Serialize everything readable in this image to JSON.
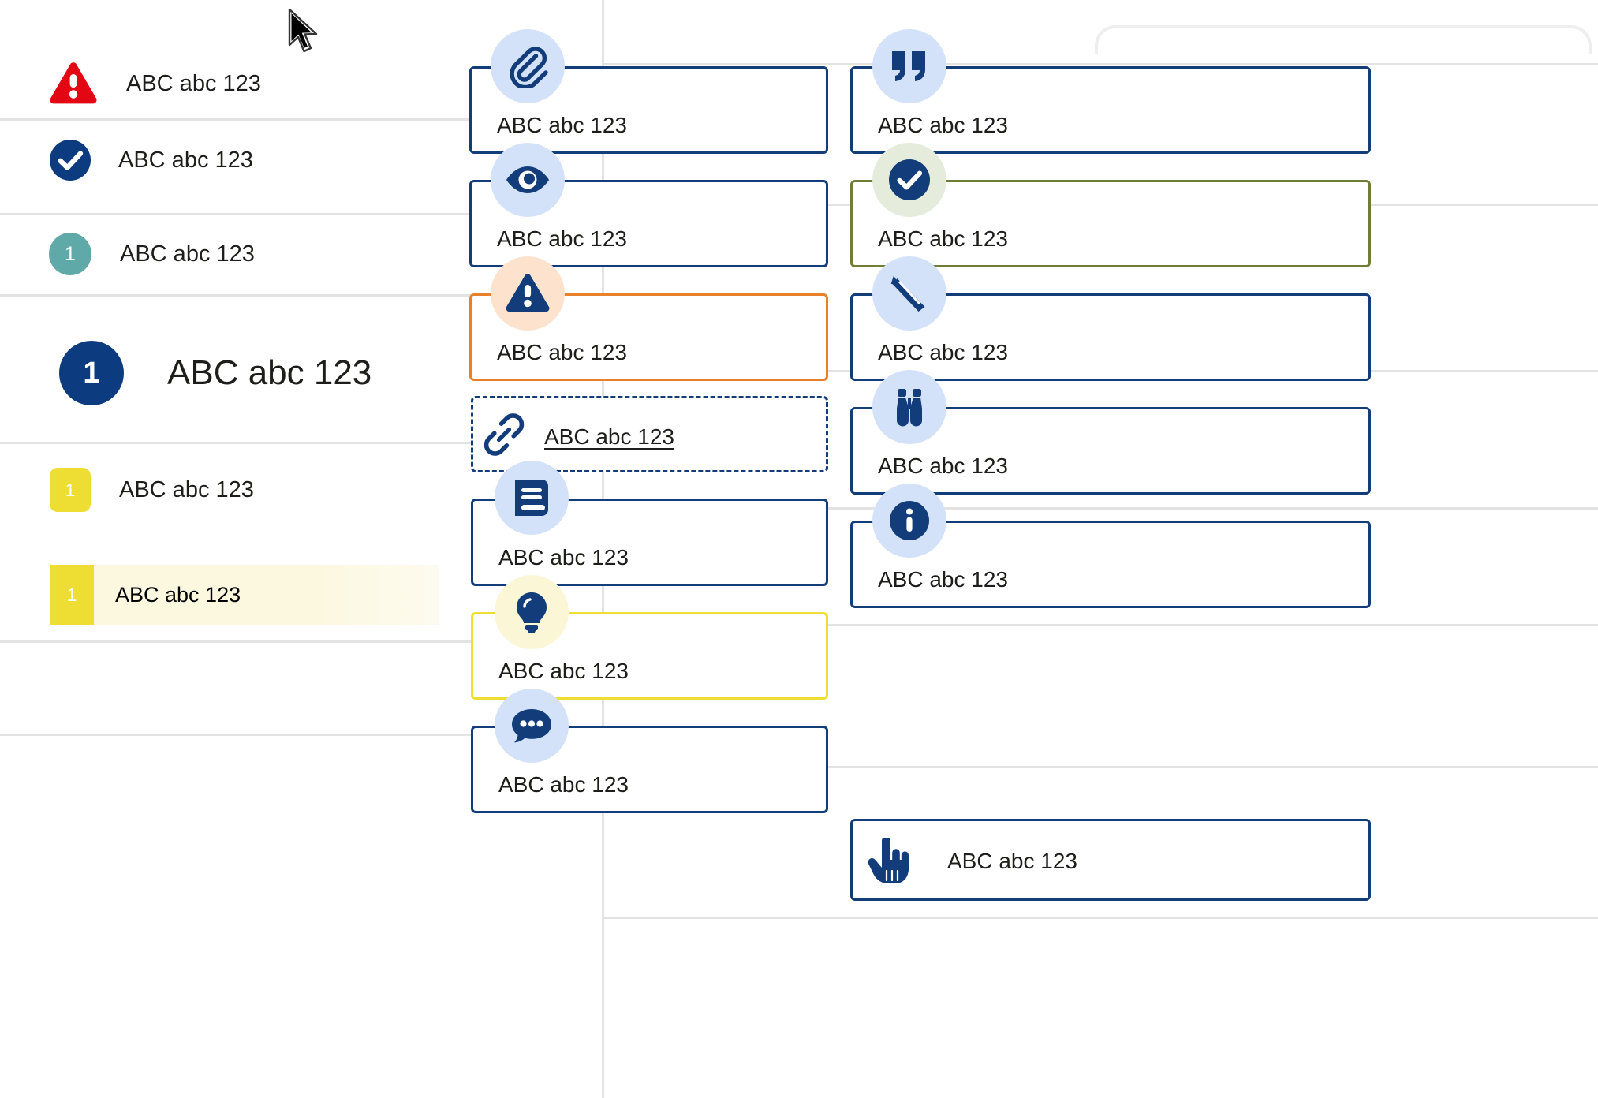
{
  "sample_text": "ABC abc 123",
  "left_column": {
    "items": [
      {
        "id": "alert-row",
        "icon": "warning-triangle-icon",
        "icon_color": "#e30613",
        "label": "ABC abc 123"
      },
      {
        "id": "success-row",
        "icon": "check-circle-icon",
        "icon_color": "#0d3b80",
        "label": "ABC abc 123"
      },
      {
        "id": "teal-badge-row",
        "icon": "number-badge-circle",
        "icon_color": "#5faaa8",
        "badge_number": "1",
        "label": "ABC abc 123"
      },
      {
        "id": "large-badge-row",
        "icon": "number-badge-circle",
        "icon_color": "#0d3b80",
        "badge_number": "1",
        "label": "ABC abc 123"
      },
      {
        "id": "yellow-badge-row",
        "icon": "number-badge-square",
        "icon_color": "#eede33",
        "badge_number": "1",
        "label": "ABC abc 123"
      },
      {
        "id": "highlighted-row",
        "icon": "number-badge-square",
        "icon_color": "#eede33",
        "badge_number": "1",
        "label": "ABC abc 123",
        "highlighted": true
      }
    ]
  },
  "middle_column": {
    "cards": [
      {
        "id": "attachment-card",
        "icon": "paperclip-icon",
        "icon_bg": "#d3e2f9",
        "border_color": "#123c7a",
        "border_style": "solid",
        "text": "ABC abc 123"
      },
      {
        "id": "preview-card",
        "icon": "eye-icon",
        "icon_bg": "#d3e2f9",
        "border_color": "#123c7a",
        "border_style": "solid",
        "text": "ABC abc 123"
      },
      {
        "id": "warning-card",
        "icon": "warning-triangle-icon",
        "icon_bg": "#fde3ce",
        "border_color": "#e8822a",
        "border_style": "solid",
        "text": "ABC abc 123"
      },
      {
        "id": "link-card",
        "icon": "chain-link-icon",
        "icon_bg": "none",
        "border_color": "#123c7a",
        "border_style": "dashed",
        "text": "ABC abc 123",
        "underlined": true
      },
      {
        "id": "reference-card",
        "icon": "book-icon",
        "icon_bg": "#d3e2f9",
        "border_color": "#123c7a",
        "border_style": "solid",
        "text": "ABC abc 123"
      },
      {
        "id": "tip-card",
        "icon": "lightbulb-icon",
        "icon_bg": "#fbf6d6",
        "border_color": "#eede33",
        "border_style": "solid",
        "text": "ABC abc 123"
      },
      {
        "id": "comment-card",
        "icon": "speech-bubble-icon",
        "icon_bg": "#d3e2f9",
        "border_color": "#123c7a",
        "border_style": "solid",
        "text": "ABC abc 123"
      }
    ]
  },
  "right_column": {
    "cards": [
      {
        "id": "quote-card",
        "icon": "quote-icon",
        "icon_bg": "#d3e2f9",
        "border_color": "#123c7a",
        "border_style": "solid",
        "text": "ABC abc 123"
      },
      {
        "id": "approved-card",
        "icon": "check-circle-icon",
        "icon_bg": "#e6ecdb",
        "border_color": "#6f7e36",
        "border_style": "solid",
        "text": "ABC abc 123"
      },
      {
        "id": "edit-card",
        "icon": "pencil-icon",
        "icon_bg": "#d3e2f9",
        "border_color": "#123c7a",
        "border_style": "solid",
        "text": "ABC abc 123"
      },
      {
        "id": "observe-card",
        "icon": "binoculars-icon",
        "icon_bg": "#d3e2f9",
        "border_color": "#123c7a",
        "border_style": "solid",
        "text": "ABC abc 123"
      },
      {
        "id": "info-card",
        "icon": "info-circle-icon",
        "icon_bg": "#d3e2f9",
        "border_color": "#123c7a",
        "border_style": "solid",
        "text": "ABC abc 123"
      },
      {
        "id": "action-card",
        "icon": "pointing-hand-icon",
        "icon_bg": "none",
        "border_color": "#123c7a",
        "border_style": "solid",
        "text": "ABC abc 123"
      }
    ]
  },
  "colors": {
    "navy": "#123c7a",
    "navy_dark": "#0d3b80",
    "red": "#e30613",
    "orange": "#e8822a",
    "olive": "#6f7e36",
    "yellow": "#eede33",
    "teal": "#5faaa8",
    "icon_bg_blue": "#d3e2f9",
    "divider": "#e3e3e3",
    "highlight_bg": "#fcf8e0",
    "text": "#1d1d1b"
  }
}
